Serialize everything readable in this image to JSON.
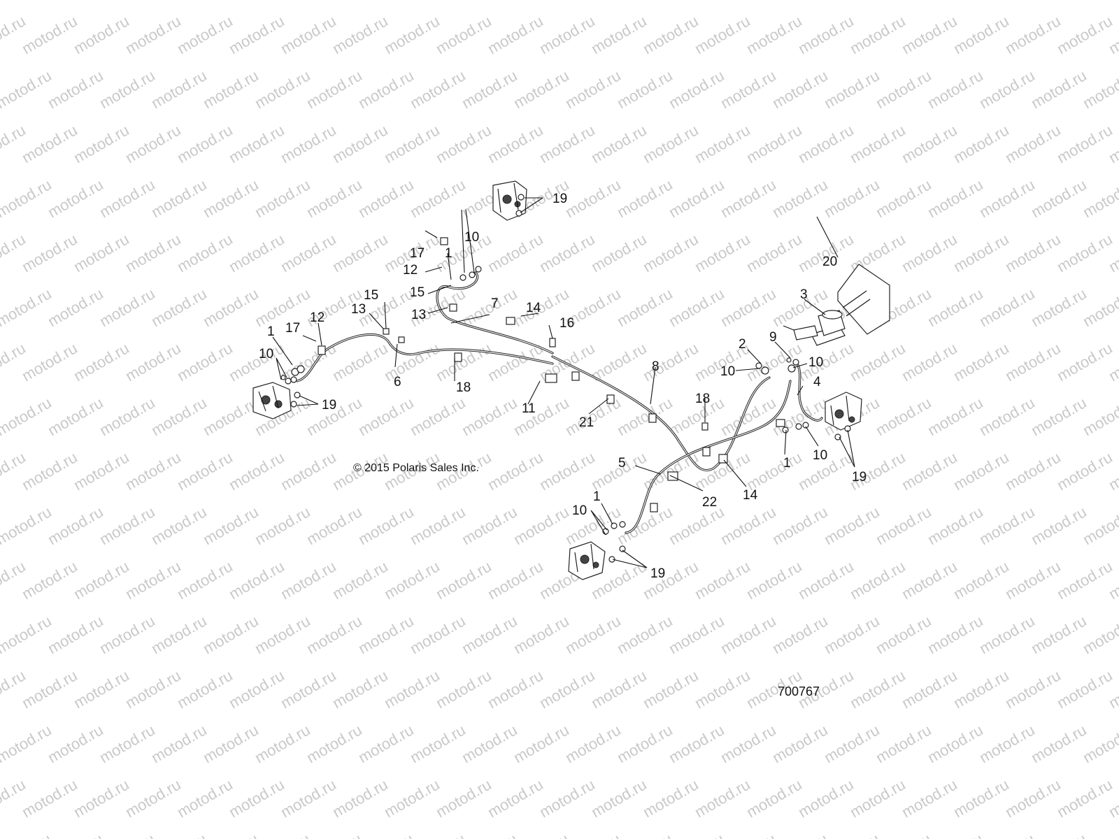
{
  "watermark": "motod.ru",
  "copyright": "© 2015 Polaris Sales Inc.",
  "diagram_code": "700767",
  "labels": {
    "l1a": "1",
    "l1b": "1",
    "l1c": "1",
    "l1d": "1",
    "l2": "2",
    "l3": "3",
    "l4": "4",
    "l5": "5",
    "l6": "6",
    "l7": "7",
    "l8": "8",
    "l9": "9",
    "l10a": "10",
    "l10b": "10",
    "l10c": "10",
    "l10d": "10",
    "l10e": "10",
    "l10f": "10",
    "l11": "11",
    "l12a": "12",
    "l12b": "12",
    "l13a": "13",
    "l13b": "13",
    "l14a": "14",
    "l14b": "14",
    "l15a": "15",
    "l15b": "15",
    "l16": "16",
    "l17a": "17",
    "l17b": "17",
    "l18a": "18",
    "l18b": "18",
    "l19a": "19",
    "l19b": "19",
    "l19c": "19",
    "l19d": "19",
    "l20": "20",
    "l21": "21",
    "l22": "22"
  }
}
